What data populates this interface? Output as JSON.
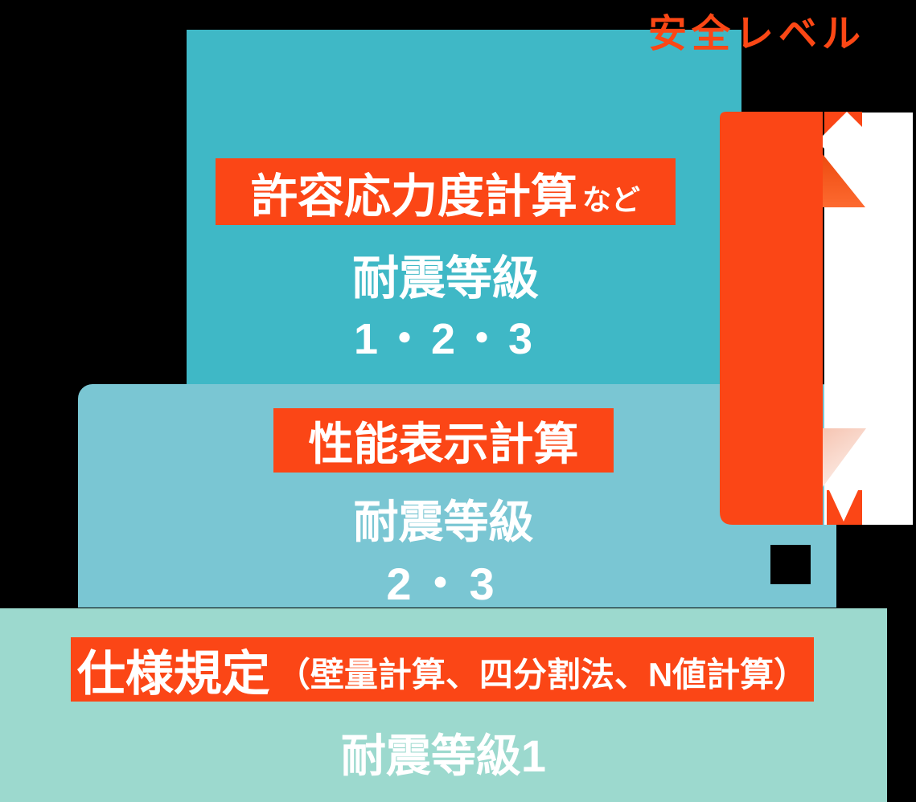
{
  "safety_label": "安全レベル",
  "pyramid": {
    "top": {
      "banner": "許容応力度計算",
      "banner_note": "など",
      "grade_label": "耐震等級",
      "grades": "1・2・3"
    },
    "middle": {
      "banner": "性能表示計算",
      "grade_label": "耐震等級",
      "grades": "2・3"
    },
    "bottom": {
      "banner": "仕様規定",
      "banner_note": "（壁量計算、四分割法、N値計算）",
      "grade_label": "耐震等級1"
    }
  },
  "colors": {
    "accent_orange": "#FB4616",
    "label_orange": "#FB4715",
    "top_box_teal": "#3FB8C6",
    "middle_box_teal": "#7AC6D3",
    "bottom_box_mint": "#9CD9CE",
    "arrow_white": "#FFFFFF",
    "background": "#000000"
  }
}
